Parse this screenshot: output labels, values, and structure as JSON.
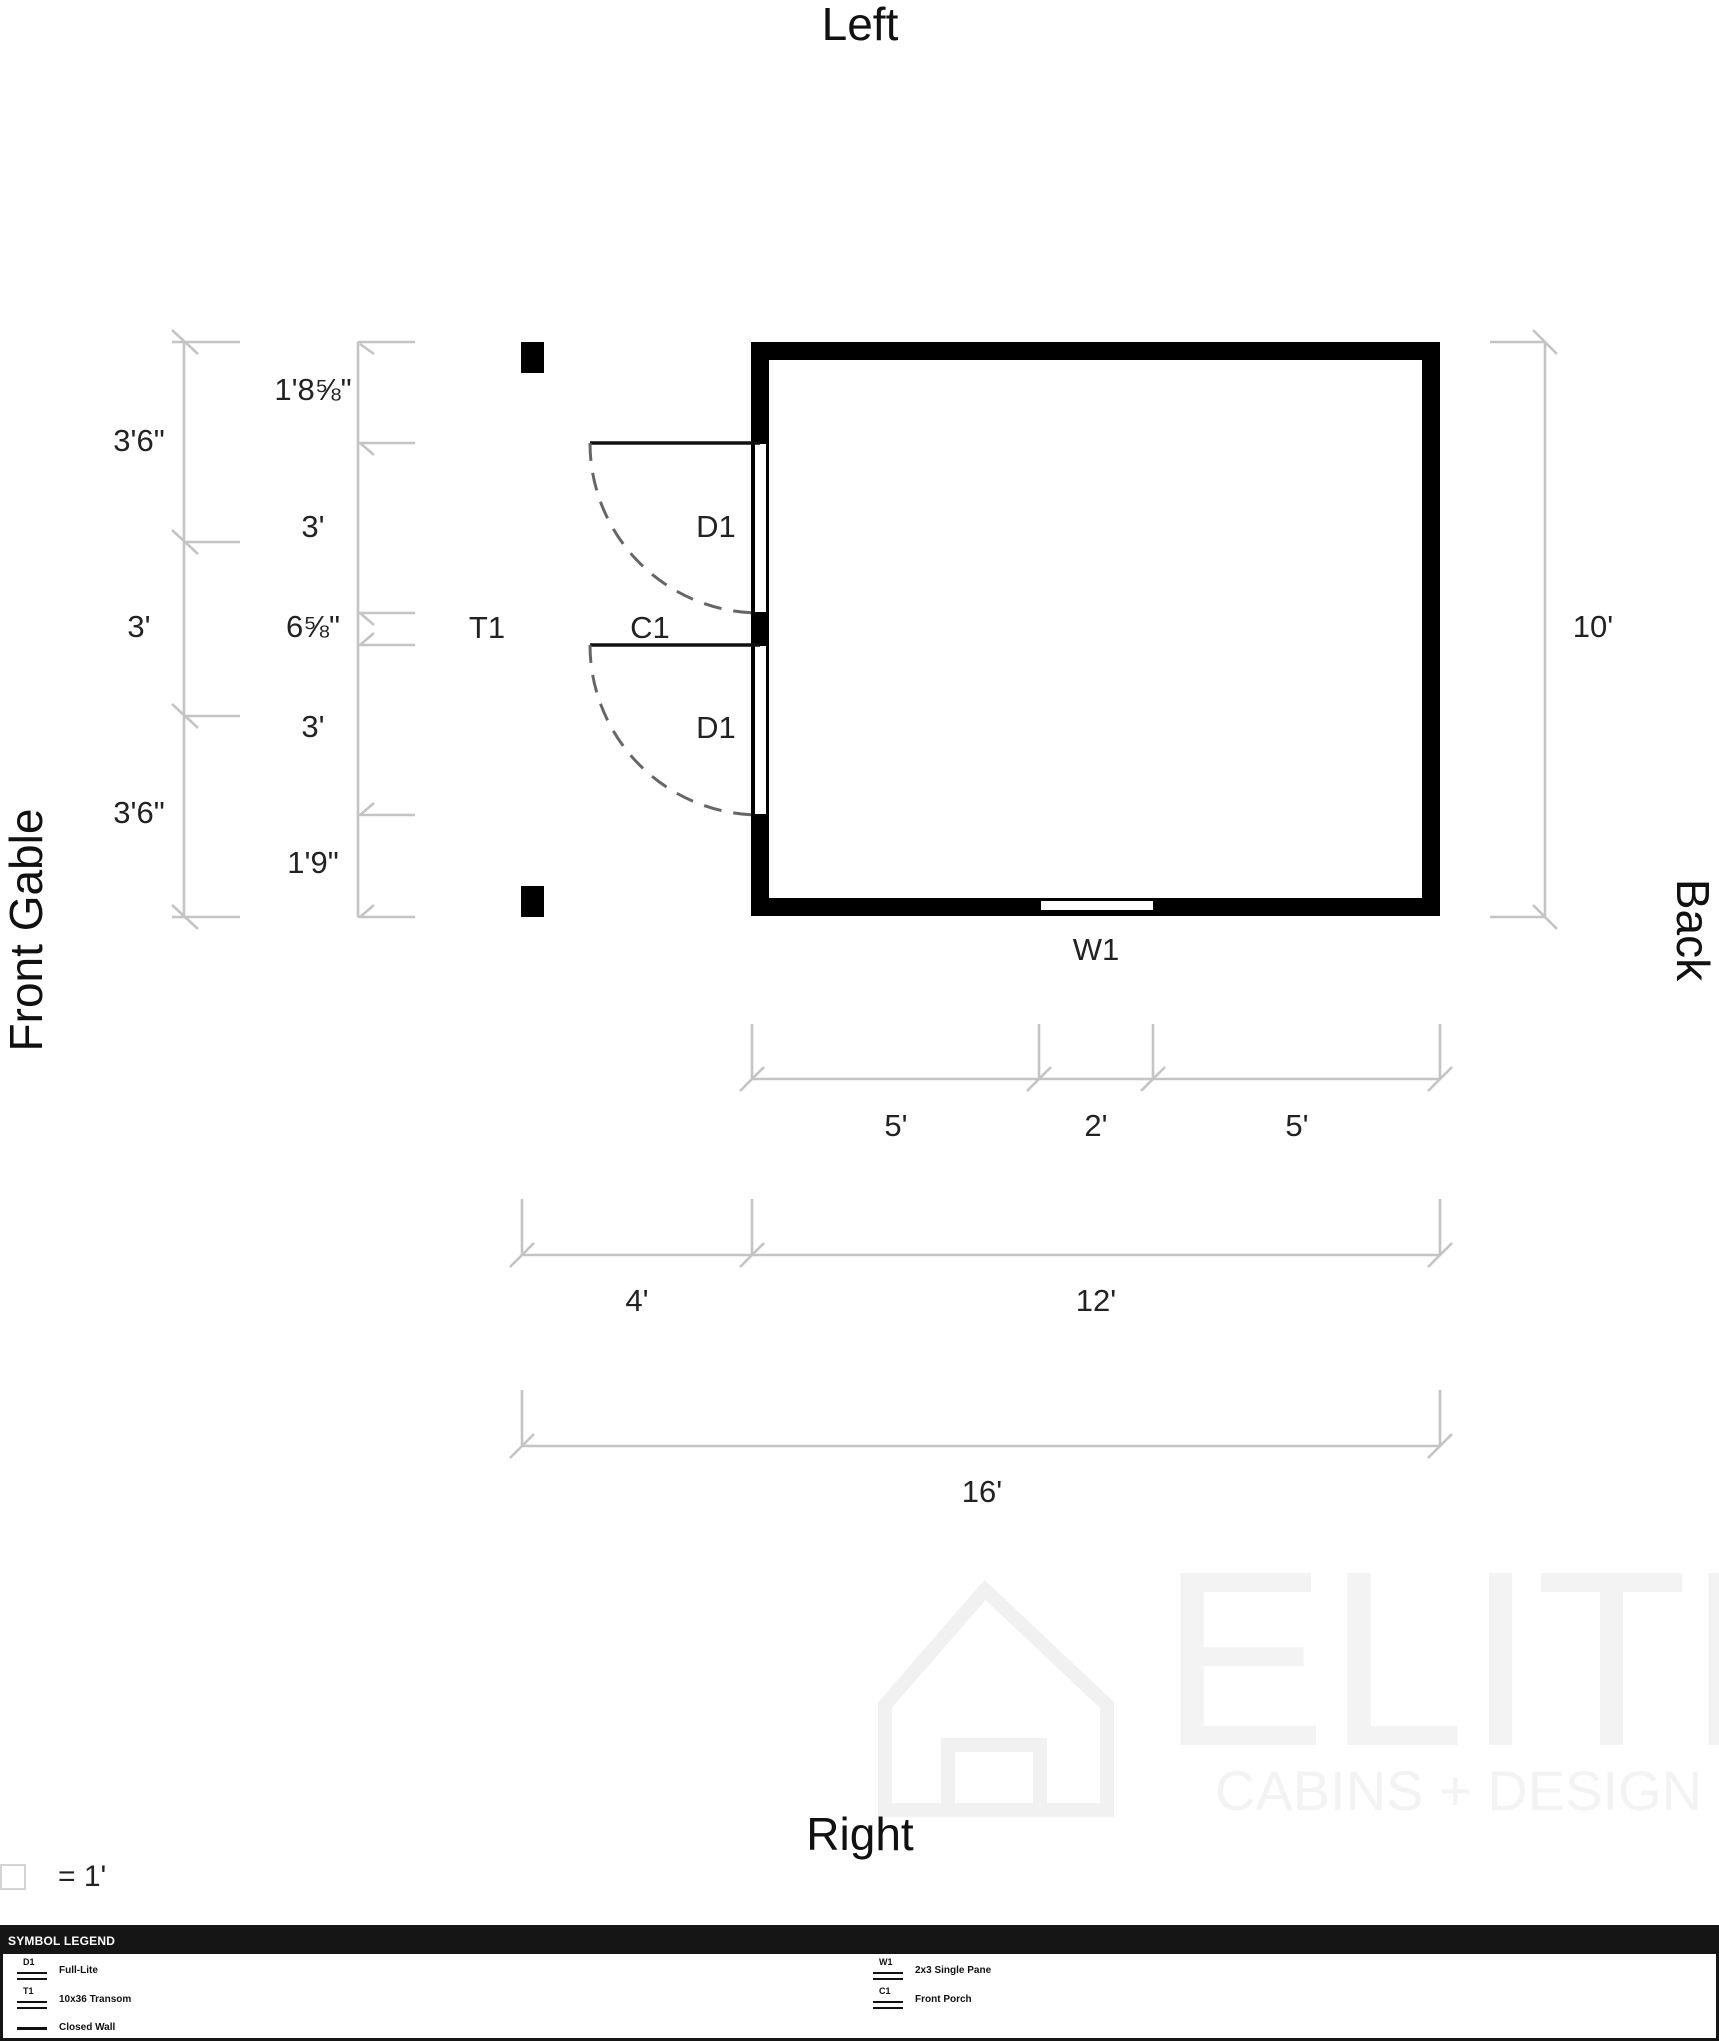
{
  "sides": {
    "top": "Left",
    "bottom": "Right",
    "left": "Front Gable",
    "right": "Back"
  },
  "left_dims_outer": [
    "3'6\"",
    "3'",
    "3'6\""
  ],
  "left_dims_inner": [
    "1'8⅝\"",
    "3'",
    "6⅝\"",
    "3'",
    "1'9\""
  ],
  "right_dim": "10'",
  "bottom_dims_row1": [
    "5'",
    "2'",
    "5'"
  ],
  "bottom_dims_row2": [
    "4'",
    "12'"
  ],
  "bottom_dims_row3": [
    "16'"
  ],
  "codes": {
    "door_top": "D1",
    "door_bottom": "D1",
    "transom": "T1",
    "porch": "C1",
    "window": "W1"
  },
  "scale_text": "= 1'",
  "watermark": {
    "brand": "ELITE",
    "sub": "CABINS + DESIGN"
  },
  "legend": {
    "title": "SYMBOL LEGEND",
    "items": [
      {
        "code": "D1",
        "label": "Full-Lite"
      },
      {
        "code": "T1",
        "label": "10x36 Transom"
      },
      {
        "code": "",
        "label": "Closed Wall"
      },
      {
        "code": "W1",
        "label": "2x3 Single Pane"
      },
      {
        "code": "C1",
        "label": "Front Porch"
      }
    ]
  }
}
